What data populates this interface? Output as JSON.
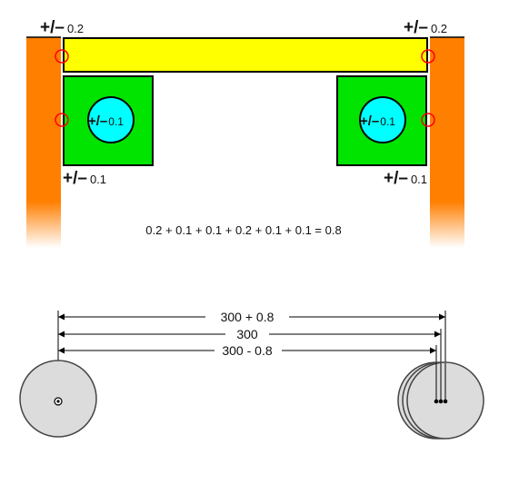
{
  "tolerances": {
    "plus_minus": "+/–",
    "top_left": "0.2",
    "top_right": "0.2",
    "bottom_left": "0.1",
    "bottom_right": "0.1",
    "circle_left": "0.1",
    "circle_right": "0.1"
  },
  "equation": "0.2 + 0.1 + 0.1 + 0.2 + 0.1 + 0.1 = 0.8",
  "dimensions": {
    "max": "300 + 0.8",
    "nominal": "300",
    "min": "300 - 0.8"
  },
  "colors": {
    "rail": "#ff7f00",
    "beam": "#ffff00",
    "block": "#00e400",
    "pin": "#00ffff",
    "contact_marker": "#ff0000",
    "disc": "#dcdcdc"
  }
}
